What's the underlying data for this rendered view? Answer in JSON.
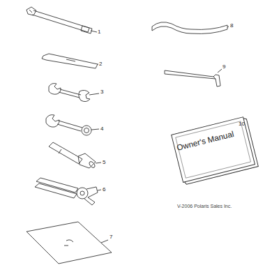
{
  "diagram": {
    "nodes": [
      {
        "text": [
          "Owner's Manual"
        ]
      }
    ],
    "labels": [
      "1",
      "2",
      "3",
      "4",
      "5",
      "6",
      "7",
      "8",
      "9",
      "10",
      "V-2006 Polaris Sales Inc."
    ]
  }
}
